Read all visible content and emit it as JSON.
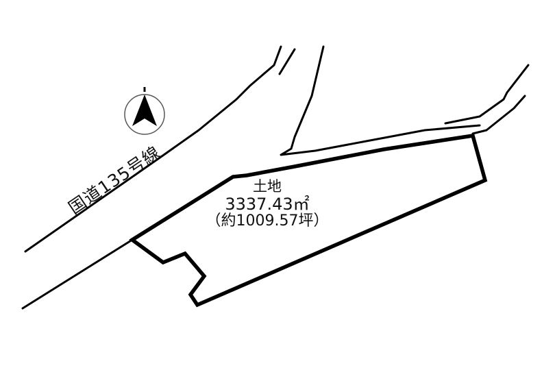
{
  "map": {
    "road": {
      "label": "国道135号線"
    },
    "parcel": {
      "name": "土地",
      "area": "3337.43㎡",
      "tsubo": "（約1009.57坪）"
    },
    "compass": {
      "icon": "north-arrow-icon",
      "direction": "N"
    },
    "colors": {
      "line": "#000000",
      "background": "#ffffff",
      "text": "#111111"
    }
  }
}
